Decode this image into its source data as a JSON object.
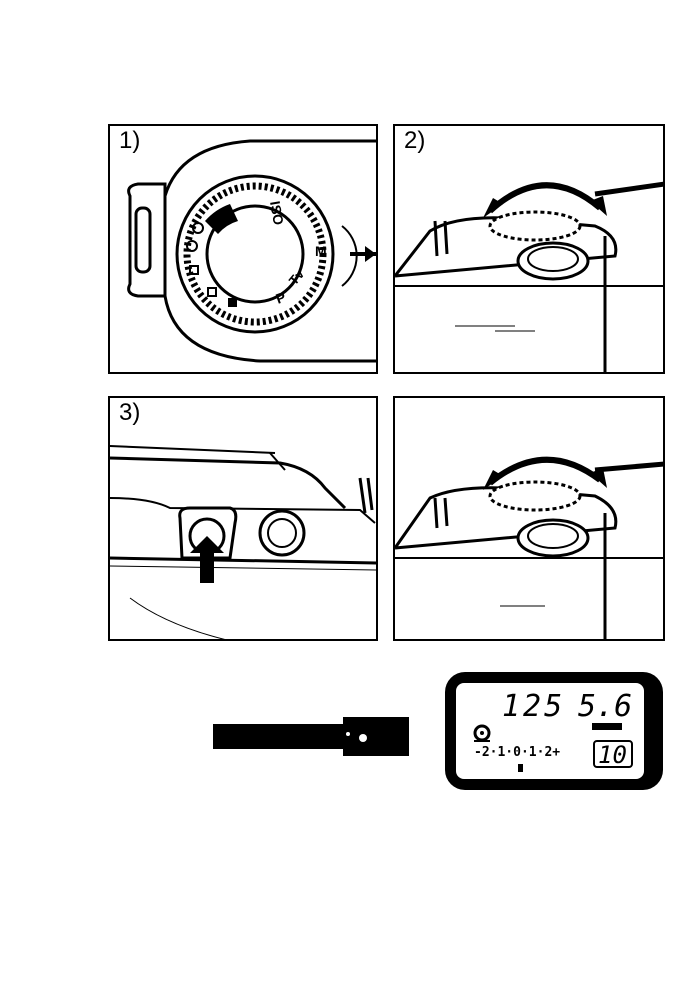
{
  "panels": [
    {
      "label": "1)"
    },
    {
      "label": "2)"
    },
    {
      "label": "3)"
    },
    {
      "label": ""
    }
  ],
  "dial": {
    "markings": [
      "ISO",
      "M",
      "Tv",
      "P"
    ]
  },
  "lcd": {
    "shutter_speed": "125",
    "aperture": "5.6",
    "exposure_scale": "-2·1·0·1·2+",
    "frame_count": "10"
  }
}
